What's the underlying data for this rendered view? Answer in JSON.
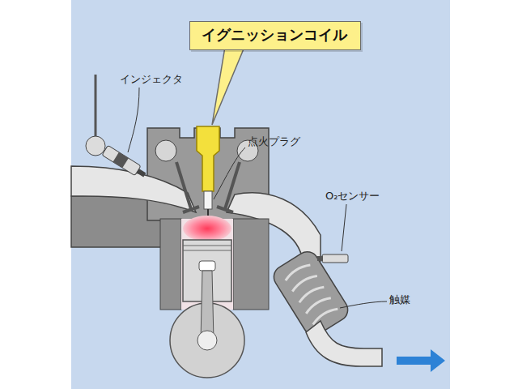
{
  "diagram": {
    "nodes": [
      {
        "text": [
          "イグニッションコイル"
        ]
      }
    ],
    "labels": [
      "インジェクタ",
      "点火プラグ",
      "O₂センサー",
      "触媒"
    ]
  }
}
